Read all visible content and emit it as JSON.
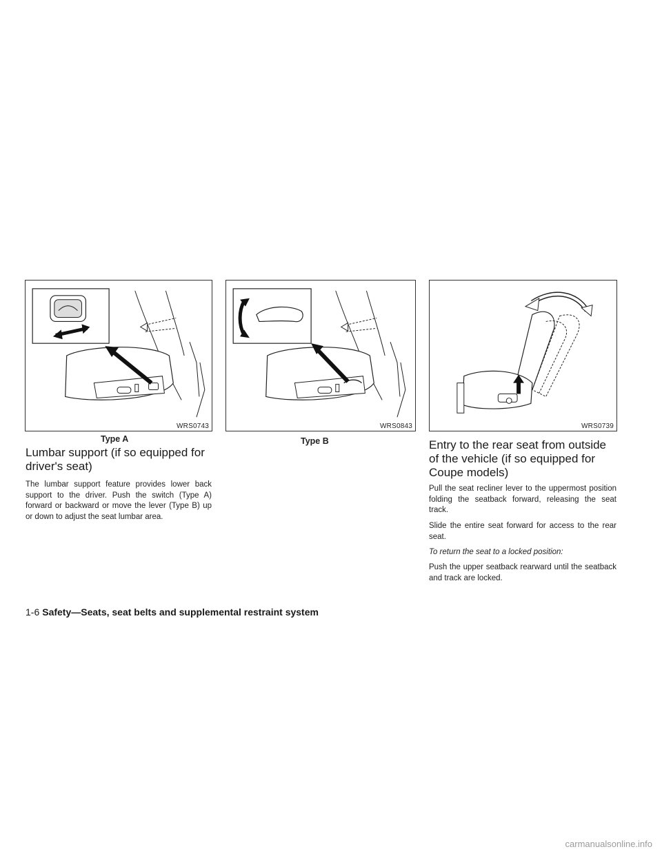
{
  "figures": [
    {
      "code": "WRS0743",
      "caption": "Type A"
    },
    {
      "code": "WRS0843",
      "caption": "Type B"
    },
    {
      "code": "WRS0739",
      "caption": ""
    }
  ],
  "lumbar": {
    "heading": "Lumbar support (if so equipped for driver's seat)",
    "body": "The lumbar support feature provides lower back support to the driver. Push the switch (Type A) forward or backward or move the lever (Type B) up or down to adjust the seat lumbar area."
  },
  "rear_entry": {
    "heading": "Entry to the rear seat from outside of the vehicle (if so equipped for Coupe models)",
    "p1": "Pull the seat recliner lever to the uppermost position folding the seatback forward, releasing the seat track.",
    "p2": "Slide the entire seat forward for access to the rear seat.",
    "p3": "To return the seat to a locked position:",
    "p4": "Push the upper seatback rearward until the seatback and track are locked."
  },
  "footer": {
    "page": "1-6",
    "section": "Safety—Seats, seat belts and supplemental restraint system"
  },
  "watermark": "carmanualsonline.info"
}
